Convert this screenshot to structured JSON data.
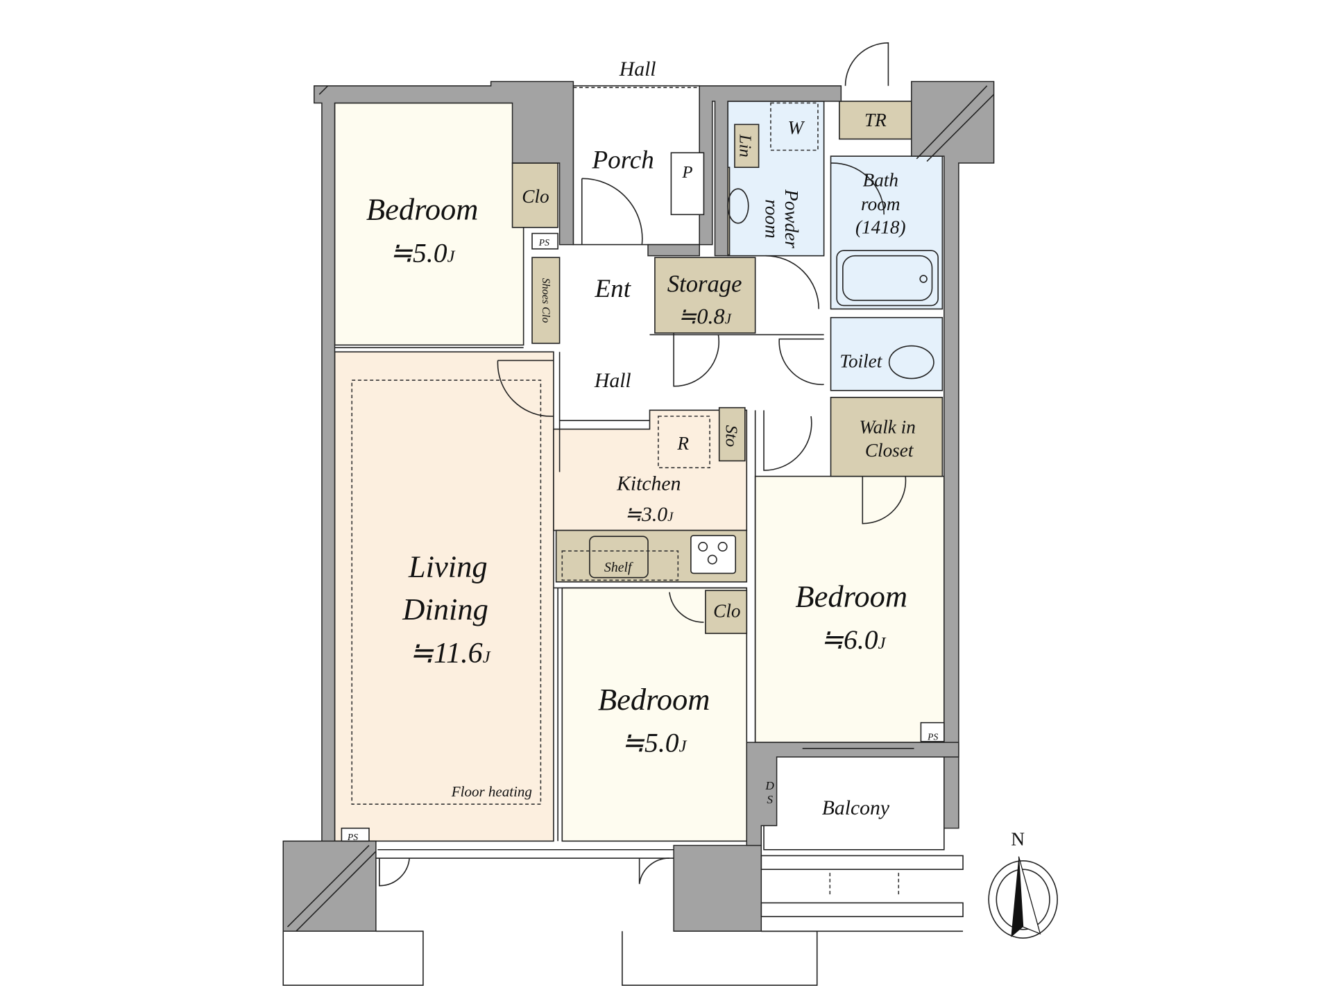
{
  "colors": {
    "wall": "#a3a3a3",
    "bedroom": "#fefcf0",
    "living": "#fcefdf",
    "storage": "#d8cfb2",
    "wet_area": "#e5f1fb"
  },
  "labels": {
    "hall_outside": "Hall",
    "porch": "Porch",
    "ps": "P S",
    "ps_small": "PS",
    "lin": "Lin",
    "w": "W",
    "tr": "TR",
    "sto_small": "Sto",
    "powder": [
      "Powder",
      "room"
    ],
    "bathroom": [
      "Bath",
      "room",
      "(1418)"
    ],
    "ent": "Ent",
    "shoes_clo": "Shoes Clo",
    "clo": "Clo",
    "hall": "Hall",
    "toilet": "Toilet",
    "shelf": "Shelf",
    "walk_in": [
      "Walk in",
      "Closet"
    ],
    "r": "R",
    "sto": "Sto",
    "floor_heating": "Floor heating",
    "ds": [
      "D",
      "S"
    ],
    "balcony": "Balcony",
    "north": "N"
  },
  "rooms": {
    "bedroom_nw": {
      "name": "Bedroom",
      "area": "≒5.0",
      "unit": "J"
    },
    "storage": {
      "name": "Storage",
      "area": "≒0.8",
      "unit": "J"
    },
    "living": {
      "name": [
        "Living",
        "Dining"
      ],
      "area": "≒11.6",
      "unit": "J"
    },
    "kitchen": {
      "name": "Kitchen",
      "area": "≒3.0",
      "unit": "J"
    },
    "bedroom_s": {
      "name": "Bedroom",
      "area": "≒5.0",
      "unit": "J"
    },
    "bedroom_e": {
      "name": "Bedroom",
      "area": "≒6.0",
      "unit": "J"
    }
  },
  "icons": [
    "compass-north-icon",
    "door-swing-icon",
    "bathtub-icon",
    "toilet-icon",
    "stove-icon",
    "sink-icon"
  ]
}
